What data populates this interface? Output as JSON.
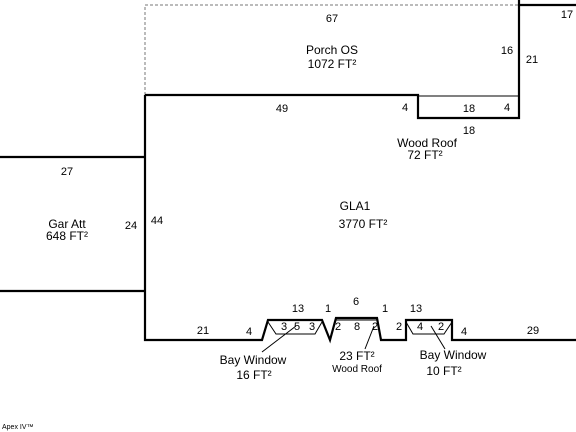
{
  "areas": {
    "porch": {
      "name": "Porch OS",
      "size": "1072 FT²"
    },
    "wood_roof_top": {
      "name": "Wood Roof",
      "size": "72 FT²"
    },
    "gla": {
      "name": "GLA1",
      "size": "3770 FT²"
    },
    "garage": {
      "name": "Gar Att",
      "size": "648 FT²"
    },
    "bay_left": {
      "name": "Bay Window",
      "size": "16 FT²"
    },
    "wood_roof_bottom": {
      "size": "23 FT²",
      "name": "Wood Roof"
    },
    "bay_right": {
      "name": "Bay Window",
      "size": "10 FT²"
    }
  },
  "dimensions": {
    "porch_top": "67",
    "porch_right": "16",
    "corner_17": "17",
    "right_21": "21",
    "gla_top": "49",
    "wood_roof_left": "4",
    "wood_roof_top": "18",
    "wood_roof_right": "4",
    "wood_roof_bottom": "18",
    "garage_top": "27",
    "garage_right": "24",
    "gla_left": "44",
    "bottom_left": "21",
    "bay_left_side": "4",
    "bay_left_top": "13",
    "bay_left_a": "3",
    "bay_left_b": "5",
    "bay_left_c": "3",
    "wood_left_1": "1",
    "wood_top_6": "6",
    "wood_right_1": "1",
    "wood_2a": "2",
    "wood_8": "8",
    "wood_2b": "2",
    "bay_right_top": "13",
    "bay_right_2a": "2",
    "bay_right_4": "4",
    "bay_right_2b": "2",
    "bay_right_side": "4",
    "bottom_right": "29"
  },
  "footer": "Apex IV™"
}
